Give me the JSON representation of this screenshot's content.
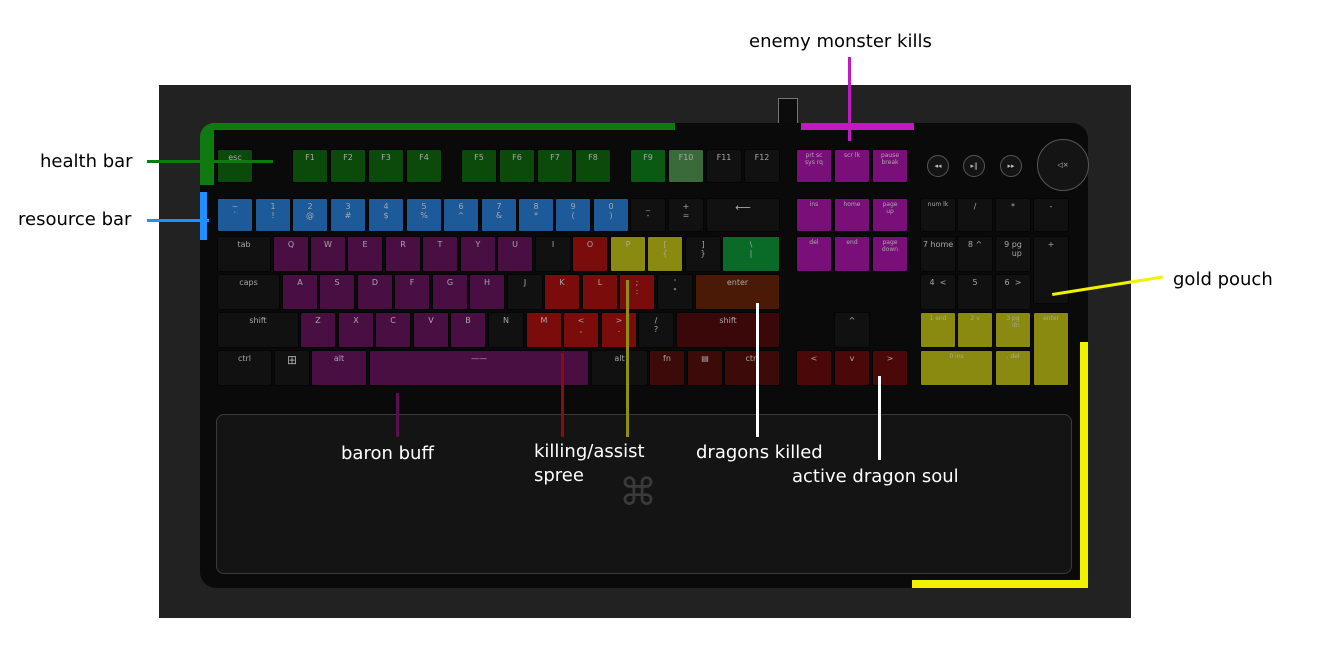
{
  "colors": {
    "health": "#0f7a0f",
    "resource": "#1e90ff",
    "enemy_monster": "#c21ac2",
    "gold": "#f2f200",
    "baron": "#5a1050",
    "spree": "#8f8f10",
    "killing": "#8a0e0e",
    "dragons": "#5a1a08",
    "soul": "#5c0808"
  },
  "labels": {
    "health_bar": "health bar",
    "resource_bar": "resource bar",
    "enemy_monster_kills": "enemy monster kills",
    "gold_pouch": "gold pouch",
    "baron_buff": "baron buff",
    "killing_assist_spree": "killing/assist\nspree",
    "dragons_killed": "dragons killed",
    "active_dragon_soul": "active dragon soul"
  },
  "icons": {
    "windows": "windows-icon",
    "razer_logo": "razer-logo-icon",
    "media": [
      "prev-track-icon",
      "play-pause-icon",
      "next-track-icon",
      "volume-knob-icon"
    ]
  },
  "keys": {
    "esc": "esc",
    "f1": "F1",
    "f2": "F2",
    "f3": "F3",
    "f4": "F4",
    "f5": "F5",
    "f6": "F6",
    "f7": "F7",
    "f8": "F8",
    "f9": "F9",
    "f10": "F10",
    "f11": "F11",
    "f12": "F12",
    "prtsc": "prt sc\nsys rq",
    "scrlk": "scr lk",
    "pause": "pause\nbreak",
    "tilde": "~\n`",
    "n1": "1\n!",
    "n2": "2\n@",
    "n3": "3\n#",
    "n4": "4\n$",
    "n5": "5\n%",
    "n6": "6\n^",
    "n7": "7\n&",
    "n8": "8\n*",
    "n9": "9\n(",
    "n0": "0\n)",
    "minus": "_\n-",
    "equals": "+\n=",
    "backspace": "⟵",
    "ins": "ins",
    "home": "home",
    "pgup": "page\nup",
    "numlk": "num lk",
    "npslash": "/",
    "npstar": "*",
    "npminus": "-",
    "tab": "tab",
    "q": "Q",
    "w": "W",
    "e": "E",
    "r": "R",
    "t": "T",
    "y": "Y",
    "u": "U",
    "i": "I",
    "o": "O",
    "p": "P",
    "lbracket": "[\n{",
    "rbracket": "]\n}",
    "backslash": "\\\n|",
    "del": "del",
    "end": "end",
    "pgdn": "page\ndown",
    "np7": "7 home",
    "np8": "8 ^",
    "np9": "9 pg\n   up",
    "npplus": "+",
    "caps": "caps",
    "a": "A",
    "s": "S",
    "d": "D",
    "f": "F",
    "g": "G",
    "h": "H",
    "j": "J",
    "k": "K",
    "l": "L",
    "semicolon": ";\n:",
    "quote": "'\n\"",
    "enter": "enter",
    "np4": "4  <",
    "np5": "5",
    "np6": "6  >",
    "lshift": "shift",
    "z": "Z",
    "x": "X",
    "c": "C",
    "v": "V",
    "b": "B",
    "n": "N",
    "m": "M",
    "comma": "<\n,",
    "period": ">\n.",
    "slash": "/\n?",
    "rshift": "shift",
    "up": "^",
    "np1": "1 end",
    "np2": "2 v",
    "np3": "3 pg\n   dn",
    "npenter": "enter",
    "lctrl": "ctrl",
    "alt": "alt",
    "space": "——",
    "altgr": "alt",
    "fn": "fn",
    "menu": "▤",
    "rctrl": "ctrl",
    "left": "<",
    "down": "v",
    "right": ">",
    "np0": "0 ins",
    "npdot": ". del"
  }
}
